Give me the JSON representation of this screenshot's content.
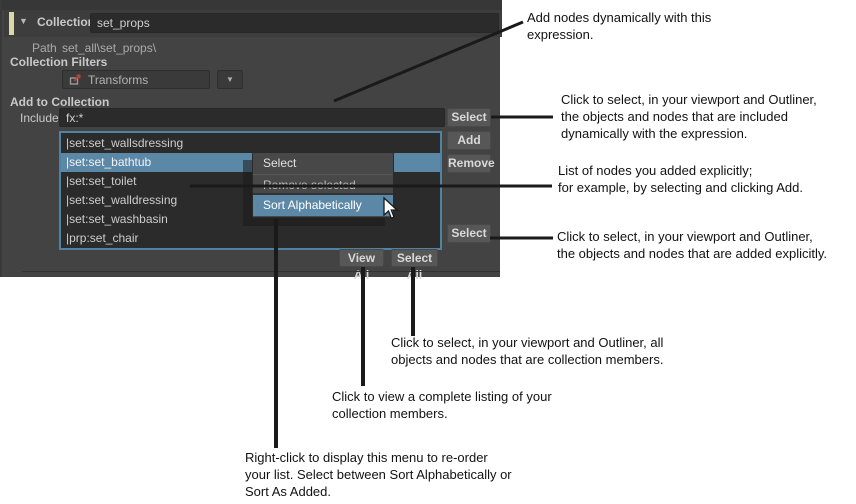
{
  "panel": {
    "header": {
      "label": "Collection:",
      "value": "set_props"
    },
    "path": {
      "label": "Path",
      "value": "set_all\\set_props\\"
    },
    "filters_label": "Collection Filters",
    "filter_dropdown": {
      "selected": "Transforms"
    },
    "add_section_label": "Add to Collection",
    "include": {
      "label": "Include",
      "value": "fx:*"
    },
    "buttons": {
      "select_top": "Select",
      "add": "Add",
      "remove": "Remove",
      "select_bottom": "Select",
      "view_all": "View All",
      "select_all": "Select All"
    },
    "list": {
      "items": [
        "|set:set_wallsdressing",
        "|set:set_bathtub",
        "|set:set_toilet",
        "|set:set_walldressing",
        "|set:set_washbasin",
        "|prp:set_chair"
      ],
      "selected_item": "|set:set_bathtub",
      "selected_index": 1
    }
  },
  "context_menu": {
    "items": [
      "Select",
      "Remove selected",
      "Sort Alphabetically"
    ],
    "highlighted": "Sort Alphabetically"
  },
  "annotations": [
    {
      "text": "Add nodes dynamically with this\nexpression."
    },
    {
      "text": "Click to select, in your viewport and Outliner,\nthe objects and nodes that are included\ndynamically with the expression."
    },
    {
      "text": "List of nodes you added explicitly;\nfor example, by selecting and clicking Add."
    },
    {
      "text": "Click to select, in your viewport and Outliner,\nthe objects and nodes that are added explicitly."
    },
    {
      "text": "Click to select, in your viewport and Outliner, all\nobjects and nodes that are collection members."
    },
    {
      "text": "Click to view a complete listing of your\ncollection members."
    },
    {
      "text": "Right-click to display this menu to re-order\nyour list. Select between Sort Alphabetically or\nSort As Added."
    }
  ],
  "colors": {
    "panel_bg": "#434343",
    "field_bg": "#2b2b2b",
    "highlight_blue": "#5c88a8",
    "list_border_blue": "#4f83a5",
    "accent_yellow": "#d8d9a6",
    "annotation_line": "#1a1a1a"
  }
}
